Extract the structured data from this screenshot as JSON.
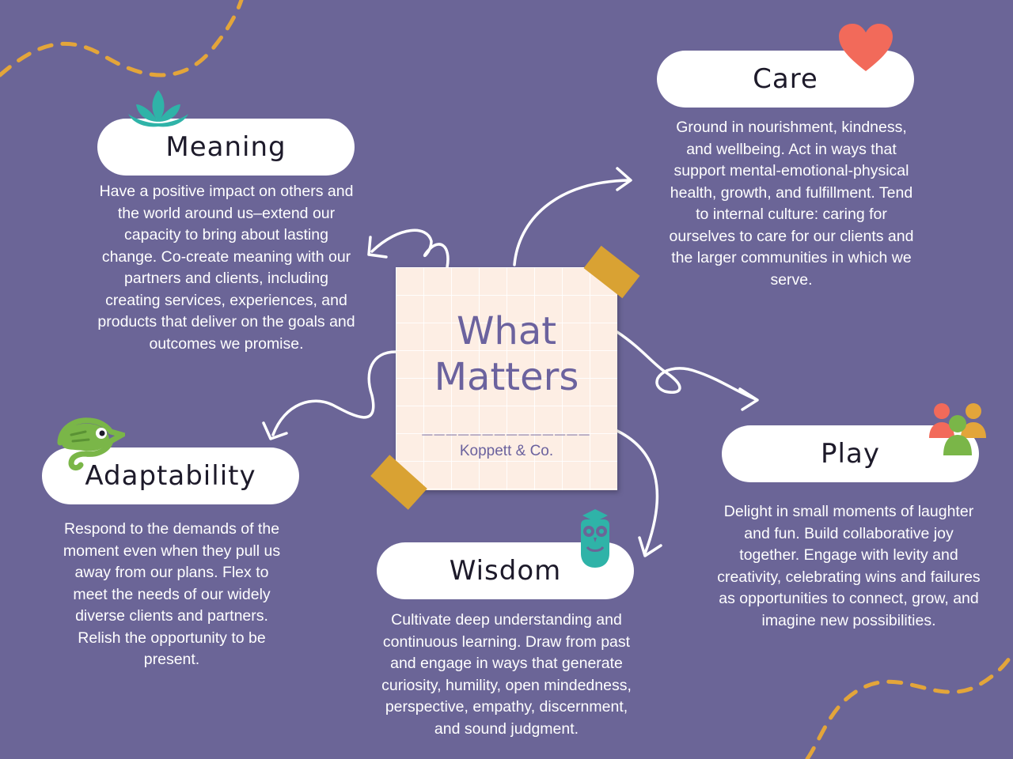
{
  "center": {
    "title_line1": "What",
    "title_line2": "Matters",
    "divider": "______________",
    "subtitle": "Koppett & Co."
  },
  "values": {
    "meaning": {
      "label": "Meaning",
      "icon": "lotus-icon",
      "text": "Have a positive impact on others and the world around us–extend our capacity to bring about lasting change. Co-create meaning with our partners and clients, including creating services, experiences, and products that deliver on the goals and outcomes we promise."
    },
    "care": {
      "label": "Care",
      "icon": "heart-icon",
      "text": "Ground in nourishment, kindness, and wellbeing. Act in ways that support mental-emotional-physical health, growth, and fulfillment. Tend to internal culture: caring for ourselves to care for our clients and the larger communities in which we serve."
    },
    "adaptability": {
      "label": "Adaptability",
      "icon": "chameleon-icon",
      "text": "Respond to the demands of the moment even when they pull us away from our plans. Flex to meet the needs of our widely diverse clients and partners.  Relish the opportunity to be present."
    },
    "wisdom": {
      "label": "Wisdom",
      "icon": "owl-icon",
      "text": "Cultivate deep understanding and continuous learning. Draw from past and engage in ways that generate curiosity, humility, open mindedness, perspective, empathy, discernment, and sound judgment."
    },
    "play": {
      "label": "Play",
      "icon": "people-group-icon",
      "text": "Delight in small moments of laughter and fun. Build collaborative joy together. Engage with levity and creativity, celebrating wins and failures as opportunities to connect, grow, and imagine new possibilities."
    }
  },
  "colors": {
    "background": "#6b6597",
    "accent_dash": "#e3a53a",
    "note_text": "#6b629e",
    "tape": "#d9a233",
    "heart": "#f26a5a",
    "teal": "#2fb3a8",
    "chameleon": "#7ab648"
  }
}
